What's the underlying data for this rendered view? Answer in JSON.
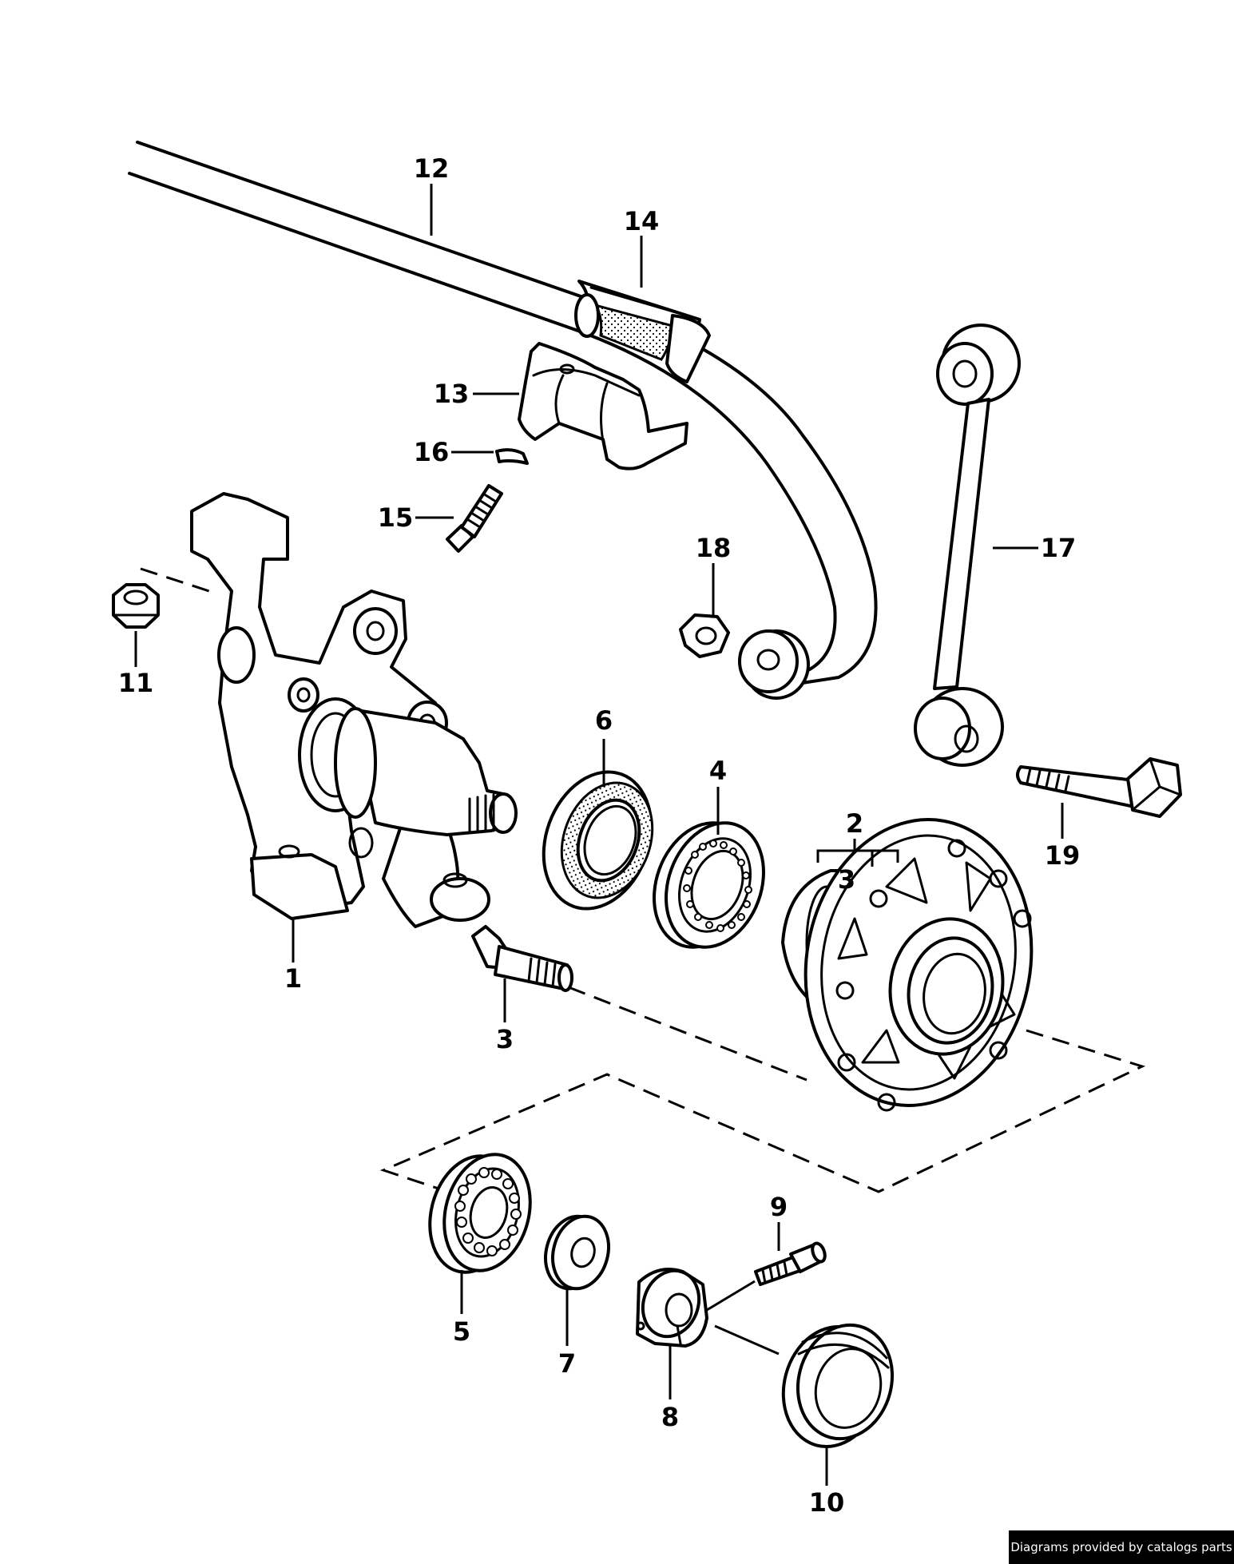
{
  "callouts": {
    "c1": "1",
    "c2": "2",
    "c3a": "3",
    "c3b": "3",
    "c4": "4",
    "c5": "5",
    "c6": "6",
    "c7": "7",
    "c8": "8",
    "c9": "9",
    "c10": "10",
    "c11": "11",
    "c12": "12",
    "c13": "13",
    "c14": "14",
    "c15": "15",
    "c16": "16",
    "c17": "17",
    "c18": "18",
    "c19": "19"
  },
  "footer": {
    "credit": "Diagrams provided by catalogs parts"
  }
}
